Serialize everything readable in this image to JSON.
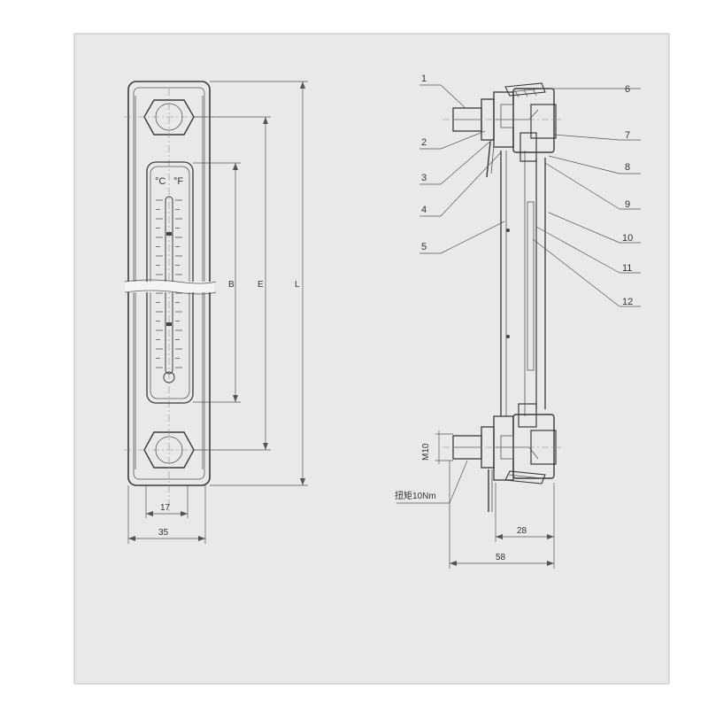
{
  "front_view": {
    "scale_units": {
      "celsius": "°C",
      "fahrenheit": "°F"
    },
    "dim_labels": {
      "B": "B",
      "E": "E",
      "L": "L"
    },
    "dims": {
      "bolt_spacing": "17",
      "width": "35"
    }
  },
  "side_view": {
    "part_numbers": [
      "1",
      "2",
      "3",
      "4",
      "5",
      "6",
      "7",
      "8",
      "9",
      "10",
      "11",
      "12"
    ],
    "thread": "M10",
    "torque": "扭矩10Nm",
    "dims": {
      "offset": "28",
      "depth": "58"
    }
  },
  "colors": {
    "paper": "#e9e9e9",
    "line": "#3a3a3a",
    "page": "#ffffff"
  }
}
